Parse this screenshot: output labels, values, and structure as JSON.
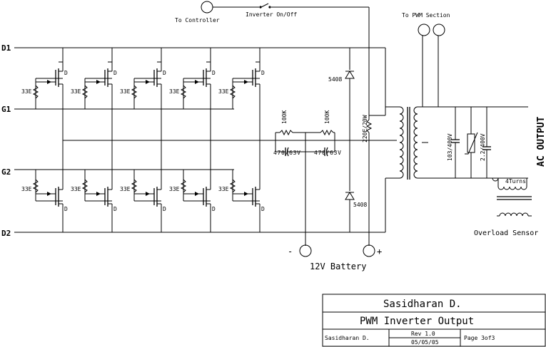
{
  "labels": {
    "d1": "D1",
    "g1": "G1",
    "g2": "G2",
    "d2": "D2",
    "to_controller": "To Controller",
    "inverter_switch": "Inverter On/Off",
    "to_pwm": "To PWM Section",
    "gate_resistor": "33E",
    "drain": "D",
    "r_top_left": "100K",
    "r_top_right": "100K",
    "c_left": "470/63V",
    "c_right": "470/63V",
    "diode_top": "5408",
    "diode_bottom": "5408",
    "r_220": "220E/20W",
    "cap_103": "103/400V",
    "cap_22": "2.2/400V",
    "ac_output": "AC OUTPUT",
    "four_turns": "4Turns",
    "overload_sensor": "Overload Sensor",
    "battery_minus": "-",
    "battery_plus": "+",
    "battery": "12V Battery"
  },
  "title_block": {
    "author": "Sasidharan D.",
    "title": "PWM Inverter Output",
    "author_small": "Sasidharan D.",
    "rev": "Rev 1.0",
    "date": "05/05/05",
    "page": "Page 3of3"
  }
}
